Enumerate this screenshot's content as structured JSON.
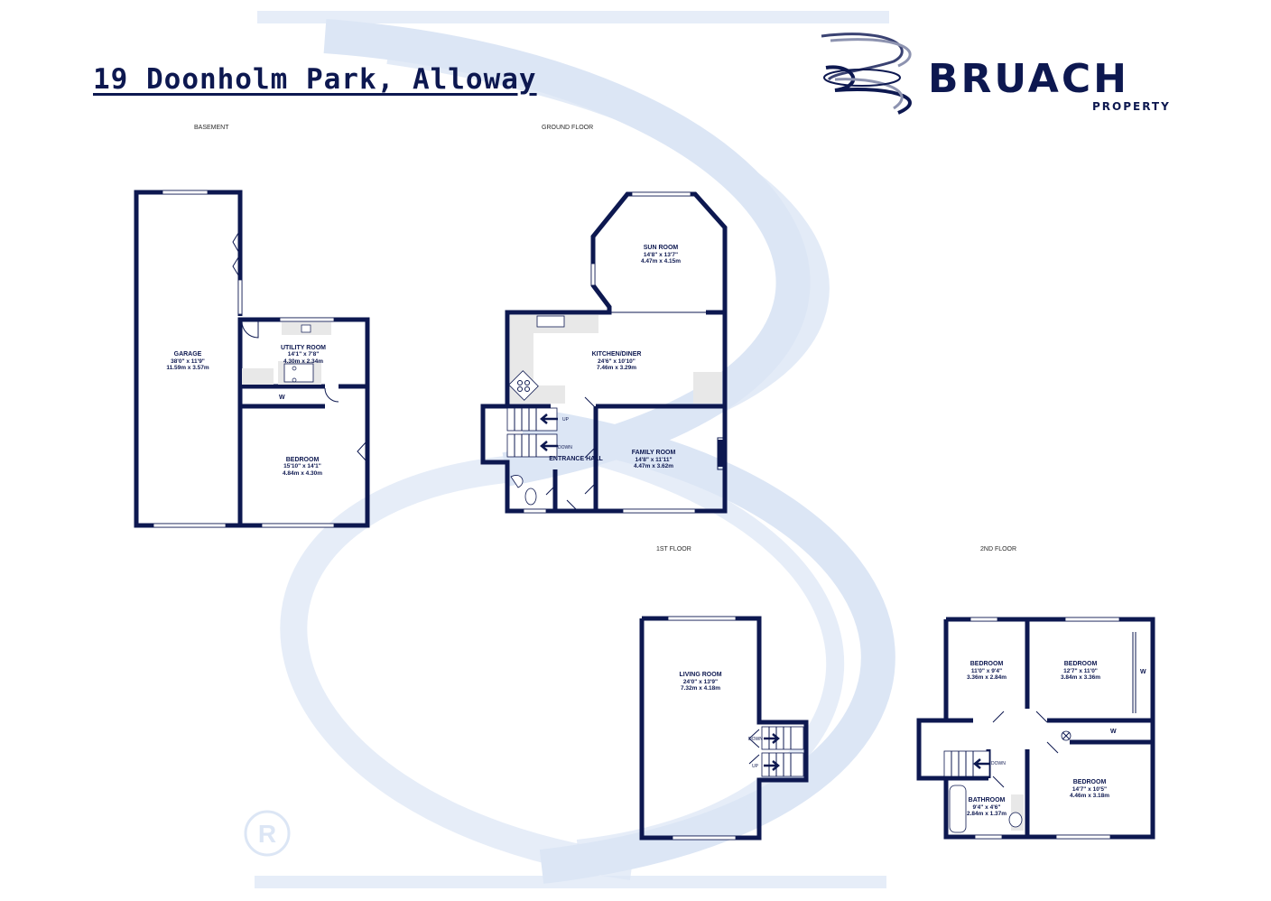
{
  "title": "19 Doonholm Park, Alloway",
  "brand": {
    "name": "BRUACH",
    "tagline": "PROPERTY",
    "colors": {
      "navy": "#0d1850",
      "swoosh": "#dce6f5",
      "fixture": "#e8e8e8"
    }
  },
  "floors": [
    {
      "label": "BASEMENT"
    },
    {
      "label": "GROUND FLOOR"
    },
    {
      "label": "1ST FLOOR"
    },
    {
      "label": "2ND FLOOR"
    }
  ],
  "rooms": {
    "garage": {
      "name": "GARAGE",
      "imperial": "38'0\"  x 11'9\"",
      "metric": "11.59m  x 3.57m"
    },
    "utility": {
      "name": "UTILITY ROOM",
      "imperial": "14'1\"  x 7'8\"",
      "metric": "4.30m  x 2.34m"
    },
    "basement_bedroom": {
      "name": "BEDROOM",
      "imperial": "15'10\"  x 14'1\"",
      "metric": "4.84m  x 4.30m"
    },
    "sun_room": {
      "name": "SUN ROOM",
      "imperial": "14'8\"  x 13'7\"",
      "metric": "4.47m  x 4.15m"
    },
    "kitchen": {
      "name": "KITCHEN/DINER",
      "imperial": "24'6\"  x 10'10\"",
      "metric": "7.46m  x 3.29m"
    },
    "family": {
      "name": "FAMILY ROOM",
      "imperial": "14'8\"  x 11'11\"",
      "metric": "4.47m  x 3.62m"
    },
    "entrance": {
      "name": "ENTRANCE HALL"
    },
    "living": {
      "name": "LIVING ROOM",
      "imperial": "24'0\"  x 13'9\"",
      "metric": "7.32m  x 4.18m"
    },
    "bed_a": {
      "name": "BEDROOM",
      "imperial": "11'0\"  x 9'4\"",
      "metric": "3.36m  x 2.84m"
    },
    "bed_b": {
      "name": "BEDROOM",
      "imperial": "12'7\"  x 11'0\"",
      "metric": "3.84m  x 3.36m"
    },
    "bed_c": {
      "name": "BEDROOM",
      "imperial": "14'7\"  x 10'5\"",
      "metric": "4.46m  x 3.18m"
    },
    "bathroom": {
      "name": "BATHROOM",
      "imperial": "9'4\"  x 4'6\"",
      "metric": "2.84m  x 1.37m"
    }
  },
  "marks": {
    "wardrobe": "W",
    "up": "UP",
    "down": "DOWN"
  },
  "icons": [
    "bruach-logo-icon",
    "registered-mark-icon",
    "stair-arrow-icon",
    "door-swing-icon",
    "hob-icon",
    "sink-icon",
    "toilet-icon",
    "bath-icon"
  ]
}
